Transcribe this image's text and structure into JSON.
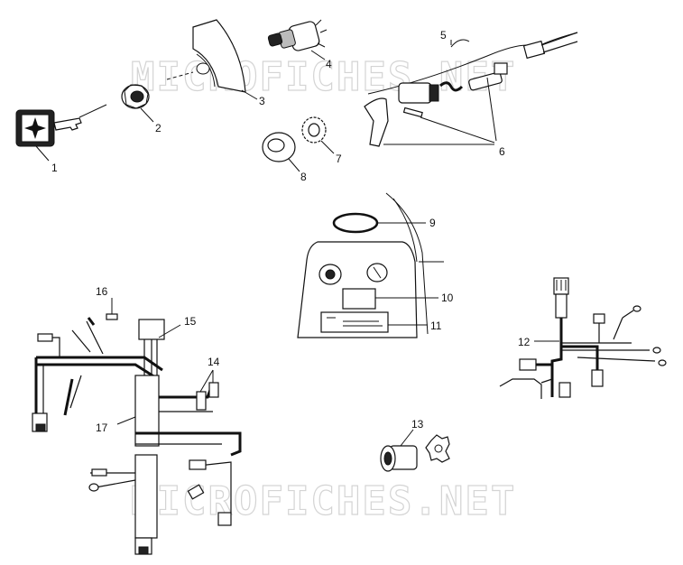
{
  "watermark": "MICROFICHES.NET",
  "callouts": {
    "c1": "1",
    "c2": "2",
    "c3": "3",
    "c4": "4",
    "c5": "5",
    "c6": "6",
    "c7": "7",
    "c8": "8",
    "c9": "9",
    "c10": "10",
    "c11": "11",
    "c12": "12",
    "c13": "13",
    "c14": "14",
    "c15": "15",
    "c16": "16",
    "c17": "17"
  }
}
